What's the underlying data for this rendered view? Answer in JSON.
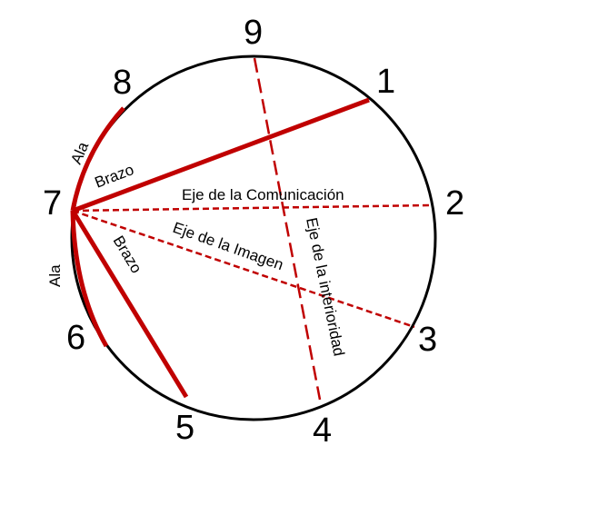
{
  "diagram": {
    "colors": {
      "circle": "#000000",
      "lines": "#c00000"
    },
    "points": {
      "p1": "1",
      "p2": "2",
      "p3": "3",
      "p4": "4",
      "p5": "5",
      "p6": "6",
      "p7": "7",
      "p8": "8",
      "p9": "9"
    },
    "labels": {
      "ala_top": "Ala",
      "ala_bottom": "Ala",
      "brazo_top": "Brazo",
      "brazo_bottom": "Brazo",
      "eje_comunicacion": "Eje de la Comunicación",
      "eje_imagen": "Eje de la Imagen",
      "eje_interioridad": "Eje de la interioridad"
    }
  }
}
